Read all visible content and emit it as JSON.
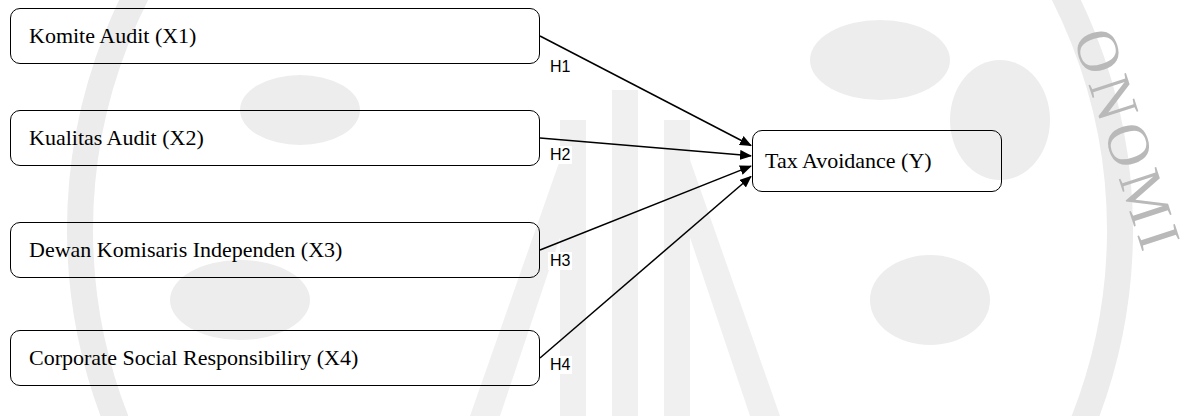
{
  "diagram": {
    "nodes": [
      {
        "text": [
          "Komite Audit (X1)"
        ]
      },
      {
        "text": [
          "Kualitas Audit (X2)"
        ]
      },
      {
        "text": [
          "Dewan Komisaris Independen (X3)"
        ]
      },
      {
        "text": [
          "Corporate Social Responsibiliry (X4)"
        ]
      },
      {
        "text": [
          "Tax Avoidance (Y)"
        ]
      }
    ],
    "edges": [
      {
        "from": 0,
        "to": 4,
        "label": "H1",
        "arrow": "to"
      },
      {
        "from": 1,
        "to": 4,
        "label": "H2",
        "arrow": "to"
      },
      {
        "from": 2,
        "to": 4,
        "label": "H3",
        "arrow": "to"
      },
      {
        "from": 3,
        "to": 4,
        "label": "H4",
        "arrow": "to"
      }
    ],
    "labels": [
      "ONOMI"
    ]
  }
}
